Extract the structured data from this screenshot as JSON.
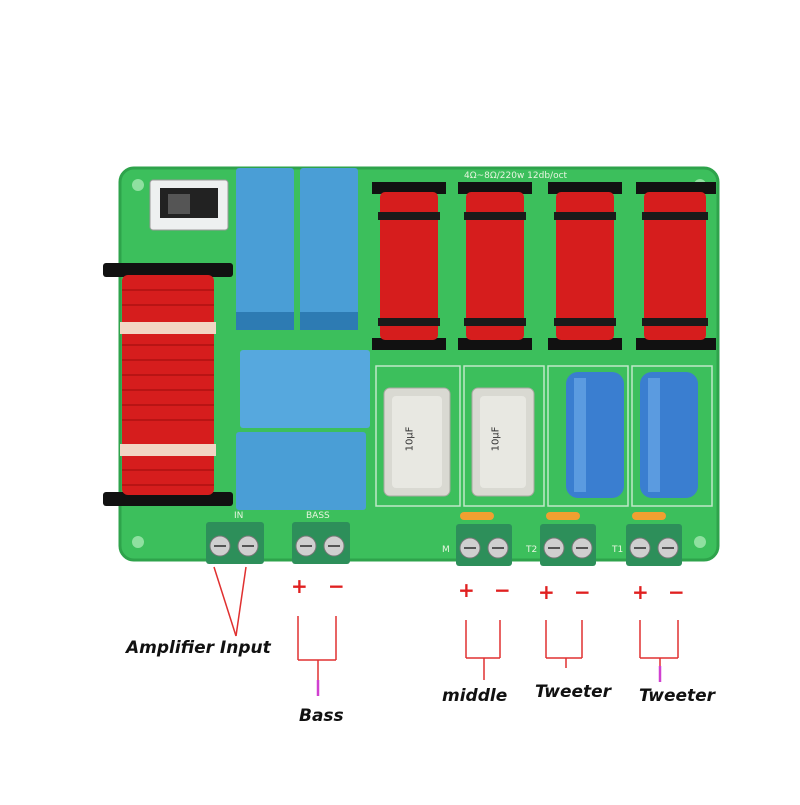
{
  "labels": {
    "amplifier_input": "Amplifier Input",
    "bass": "Bass",
    "middle": "middle",
    "tweeter_1": "Tweeter",
    "tweeter_2": "Tweeter"
  },
  "polarity": {
    "plus": "+",
    "minus": "−"
  },
  "board_silkscreen": {
    "in": "IN",
    "bass": "BASS",
    "m": "M",
    "t2": "T2",
    "t1": "T1",
    "spec": "4Ω~8Ω/220w 12db/oct"
  },
  "capacitor_value": "10μF",
  "colors": {
    "pcb": "#3cbf5c",
    "coil": "#d61d1d",
    "film_capacitor": "#4a9ed6",
    "electrolytic": "#3a7ed0",
    "wire": "#e03030",
    "terminal": "#2d8f5a"
  }
}
